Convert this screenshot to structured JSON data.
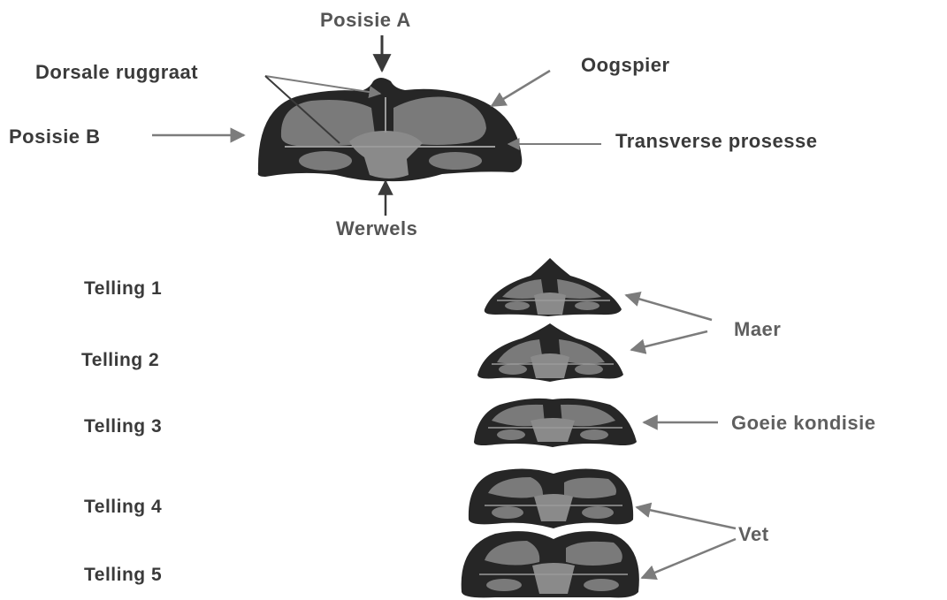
{
  "labels": {
    "posisie_a": "Posisie A",
    "dorsale_ruggraat": "Dorsale ruggraat",
    "oogspier": "Oogspier",
    "posisie_b": "Posisie B",
    "transverse_prosesse": "Transverse prosesse",
    "werwels": "Werwels"
  },
  "scores": [
    {
      "label": "Telling 1",
      "group": "Maer"
    },
    {
      "label": "Telling 2",
      "group": "Maer"
    },
    {
      "label": "Telling 3",
      "group": "Goeie kondisie"
    },
    {
      "label": "Telling 4",
      "group": "Vet"
    },
    {
      "label": "Telling 5",
      "group": "Vet"
    }
  ],
  "groups": {
    "maer": "Maer",
    "goeie_kondisie": "Goeie kondisie",
    "vet": "Vet"
  },
  "colors": {
    "fat_outline": "#2a2a2a",
    "muscle": "#7a7a7a",
    "bone": "#8a8a8a",
    "arrow": "#7c7c7c",
    "dark_arrow": "#3a3a3a"
  }
}
